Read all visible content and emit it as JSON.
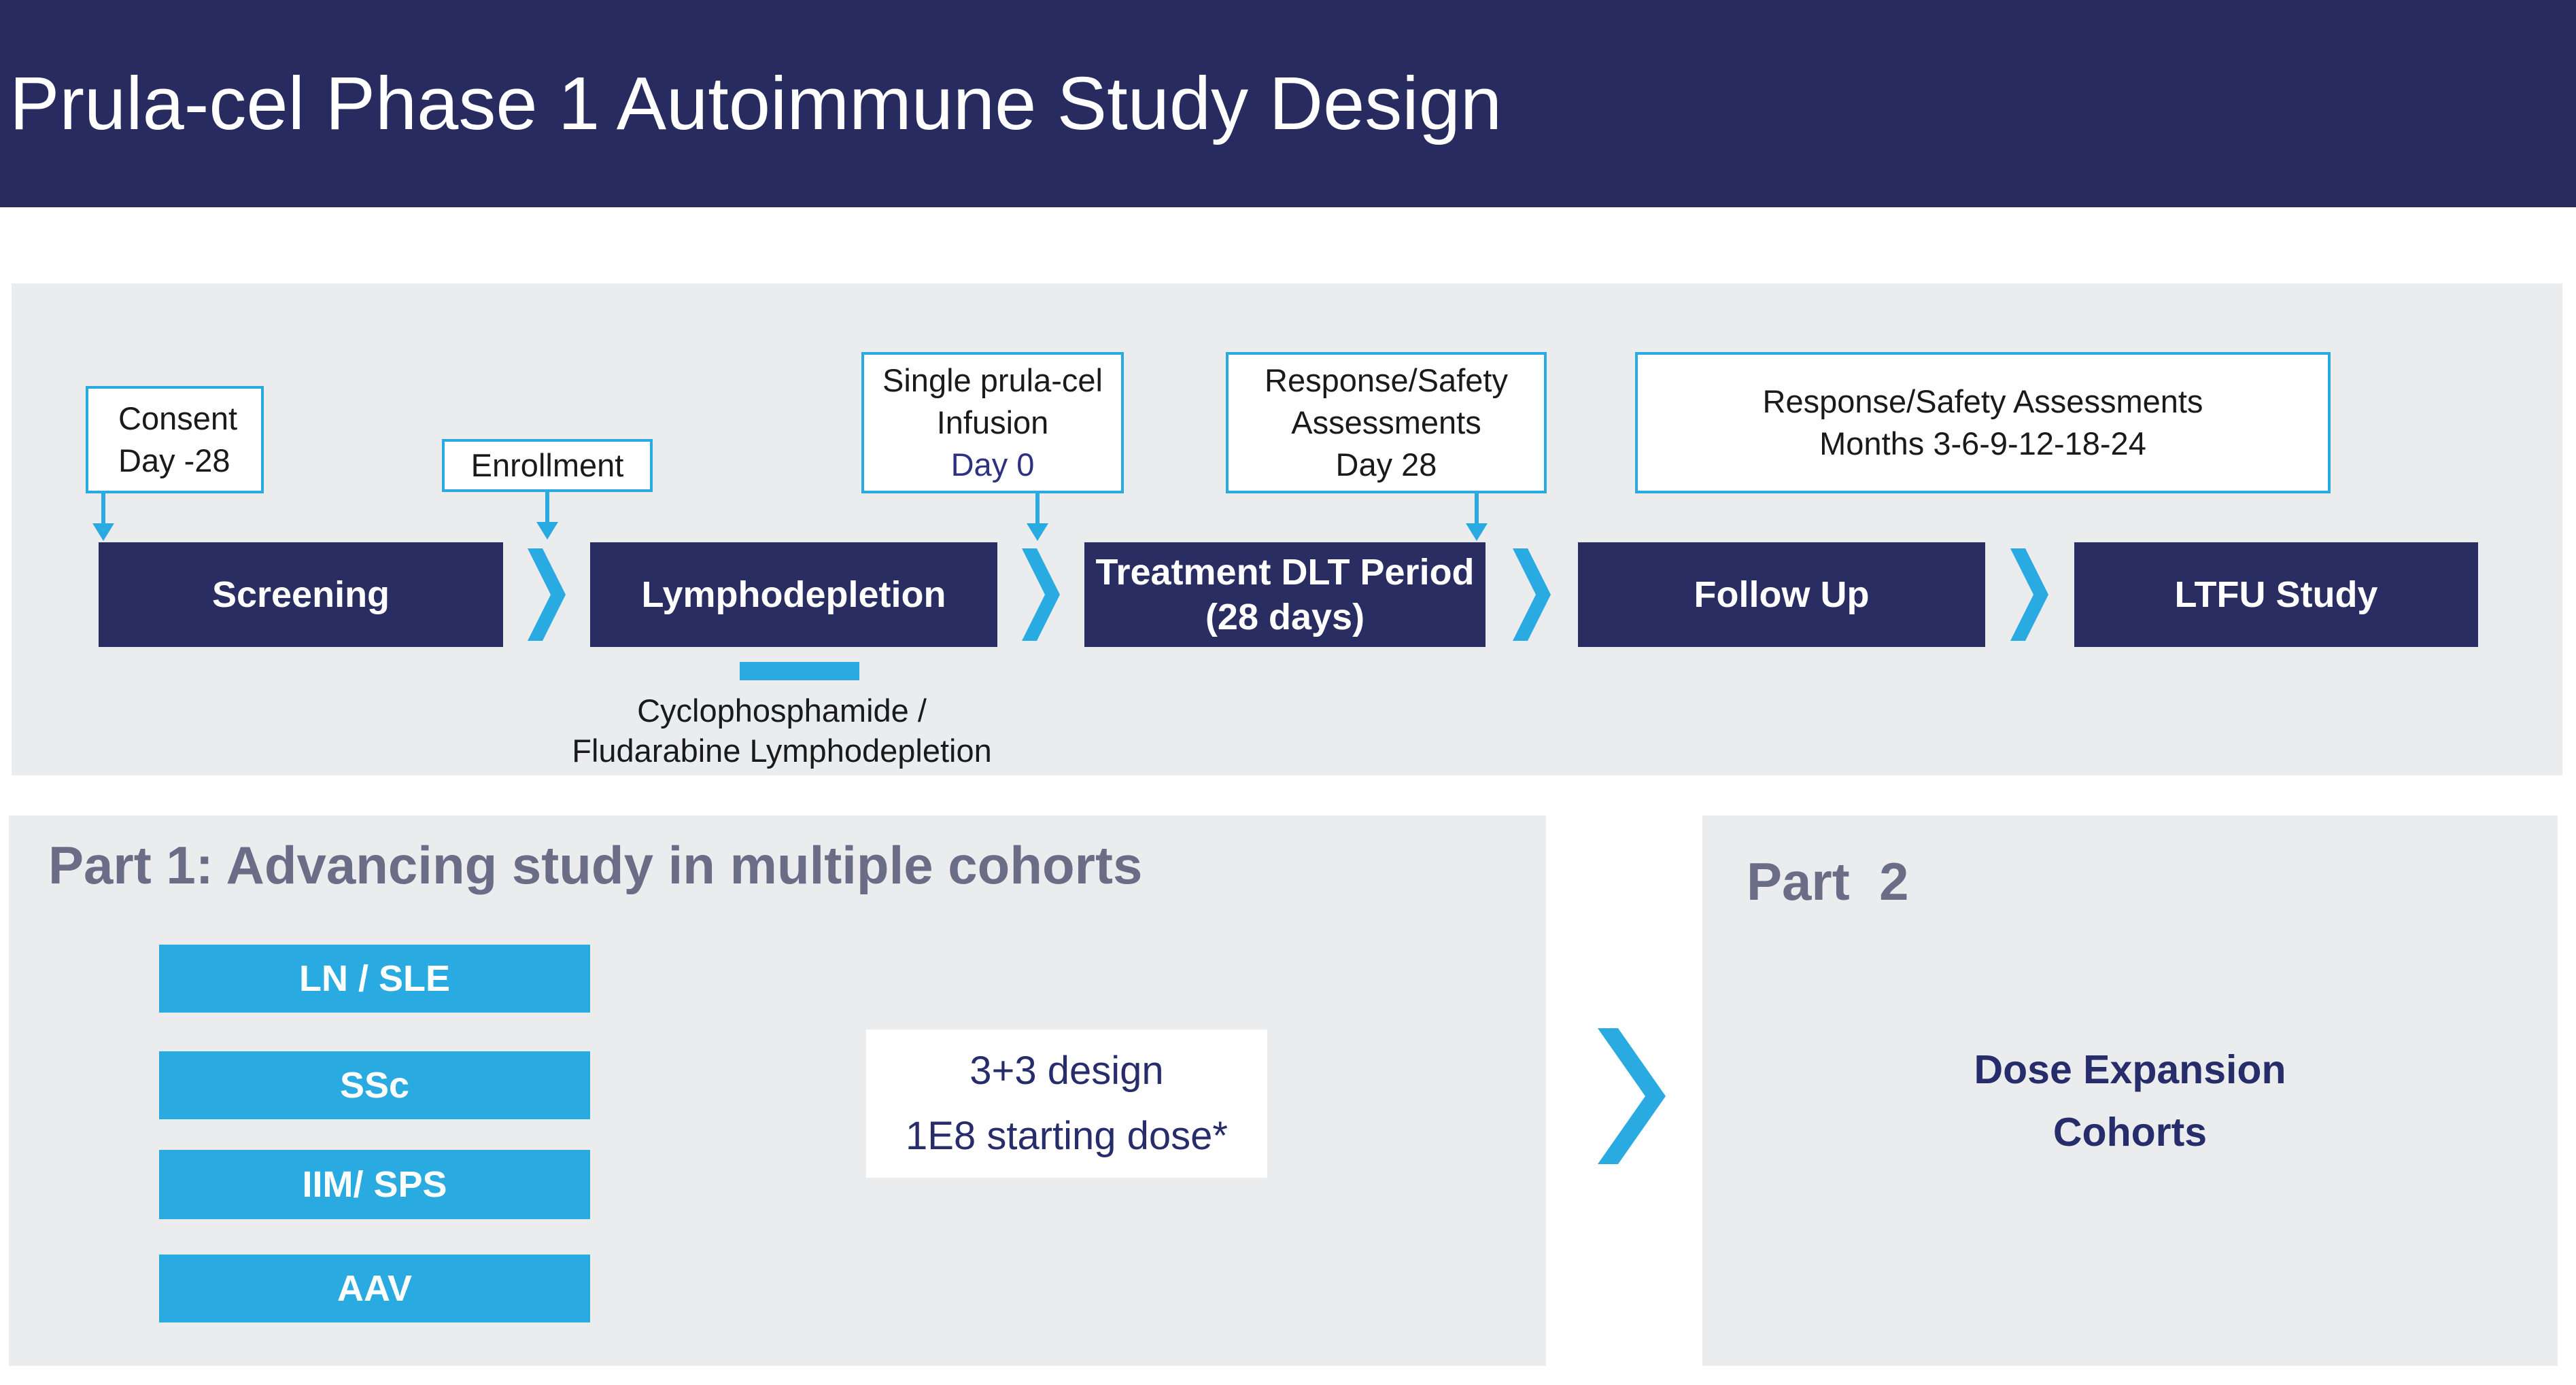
{
  "title": "Prula-cel Phase 1 Autoimmune Study Design",
  "colors": {
    "header_navy": "#282B5F",
    "stage_navy": "#2A2D62",
    "accent_cyan": "#29ABE2",
    "panel_gray": "#EBECEE",
    "part_heading_gray": "#6B6D86",
    "navy_text": "#272D6B",
    "day0_text": "#2C3182"
  },
  "timeline": {
    "callouts": {
      "consent": {
        "line1": "Consent",
        "line2": "Day -28"
      },
      "enrollment": {
        "label": "Enrollment"
      },
      "infusion": {
        "line1": "Single prula-cel",
        "line2": "Infusion",
        "day": "Day 0"
      },
      "day28": {
        "line1": "Response/Safety",
        "line2": "Assessments",
        "line3": "Day 28"
      },
      "months": {
        "line1": "Response/Safety Assessments",
        "line2": "Months 3-6-9-12-18-24"
      }
    },
    "stages": {
      "screening": "Screening",
      "lymphodepletion": "Lymphodepletion",
      "treatment_line1": "Treatment DLT Period",
      "treatment_line2": "(28 days)",
      "followup": "Follow Up",
      "ltfu": "LTFU Study"
    },
    "note_line1": "Cyclophosphamide /",
    "note_line2": "Fludarabine Lymphodepletion"
  },
  "part1": {
    "heading": "Part 1: Advancing study in multiple cohorts",
    "cohort1": "LN / SLE",
    "cohort2": "SSc",
    "cohort3": "IIM/ SPS",
    "cohort4": "AAV",
    "design_line1": "3+3 design",
    "design_line2": "1E8 starting dose*"
  },
  "part2": {
    "heading": "Part  2",
    "dose_line1": "Dose Expansion",
    "dose_line2": "Cohorts"
  }
}
